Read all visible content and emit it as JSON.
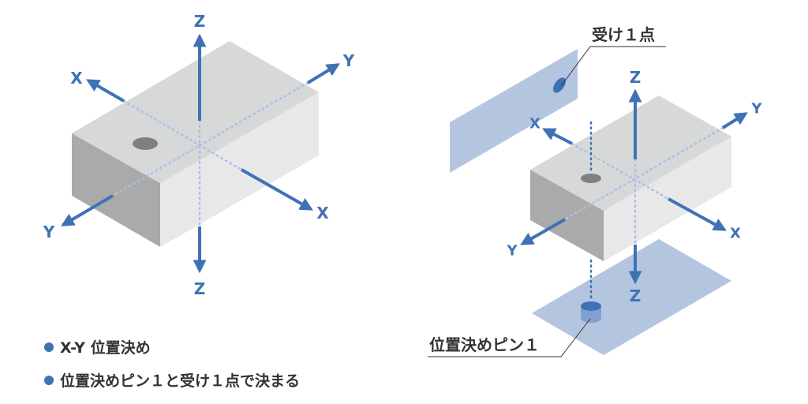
{
  "colors": {
    "accent": "#3f72b5",
    "plane": "#b4c5e0",
    "top_face": "#d7d8d8",
    "front_face": "#aaaaaa",
    "side_face": "#e8e8e8",
    "hole": "#808080"
  },
  "left_diagram": {
    "axes": {
      "z_up": "Z",
      "z_down": "Z",
      "x_left": "X",
      "x_right": "X",
      "y_right": "Y",
      "y_left": "Y"
    }
  },
  "right_diagram": {
    "axes": {
      "z_up": "Z",
      "z_down": "Z",
      "x_left": "X",
      "x_right": "X",
      "y_right": "Y",
      "y_left": "Y"
    },
    "callouts": {
      "receiver": "受け１点",
      "pin": "位置決めピン１"
    }
  },
  "bullets": [
    "X-Y 位置決め",
    "位置決めピン１と受け１点で決まる"
  ]
}
